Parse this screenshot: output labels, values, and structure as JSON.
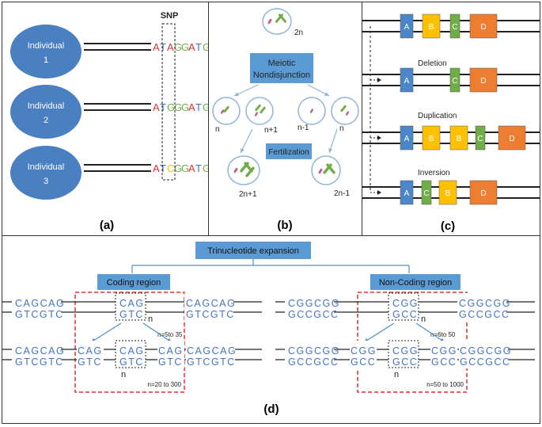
{
  "colors": {
    "circle": "#4a7fc1",
    "box": "#5b9bd5",
    "A": "#e03030",
    "T": "#4472c4",
    "G": "#70ad47",
    "C": "#ffc000",
    "seg_a": "#4a86c8",
    "seg_b": "#ffc000",
    "seg_c": "#70ad47",
    "seg_d": "#ed7d31",
    "dashed_box": "#e03030",
    "seq_text": "#4472c4"
  },
  "panel_a": {
    "label": "(a)",
    "snp_label": "SNP",
    "individuals": [
      {
        "name": "Individual",
        "number": "1",
        "seq": [
          "A",
          "T",
          "A",
          "G",
          "G",
          "A",
          "T",
          "G"
        ]
      },
      {
        "name": "Individual",
        "number": "2",
        "seq": [
          "A",
          "T",
          "G",
          "G",
          "G",
          "A",
          "T",
          "G"
        ]
      },
      {
        "name": "Individual",
        "number": "3",
        "seq": [
          "A",
          "T",
          "C",
          "G",
          "G",
          "A",
          "T",
          "G"
        ]
      }
    ]
  },
  "panel_b": {
    "label": "(b)",
    "top_cell": "2n",
    "meiotic_line1": "Meiotic",
    "meiotic_line2": "Nondisjunction",
    "cells": [
      "n",
      "n+1",
      "n-1",
      "n"
    ],
    "fertilization": "Fertilization",
    "results": [
      "2n+1",
      "2n-1"
    ]
  },
  "panel_c": {
    "label": "(c)",
    "rows": [
      {
        "title": "",
        "segments": [
          "A",
          "B",
          "C",
          "D"
        ]
      },
      {
        "title": "Deletion",
        "segments": [
          "A",
          "C",
          "D"
        ]
      },
      {
        "title": "Duplication",
        "segments": [
          "A",
          "B",
          "B",
          "C",
          "D"
        ]
      },
      {
        "title": "Inversion",
        "segments": [
          "A",
          "C",
          "B",
          "D"
        ]
      }
    ]
  },
  "panel_d": {
    "label": "(d)",
    "title": "Trinucleotide expansion",
    "coding": {
      "title": "Coding region",
      "top1": "CAGCAG",
      "bot1": "GTCGTC",
      "repeat_top": "CAG",
      "repeat_bot": "GTC",
      "n": "n",
      "range1": "n=5to 35",
      "range2": "n=20 to 300"
    },
    "noncoding": {
      "title": "Non-Coding region",
      "top1": "CGGCGG",
      "bot1": "GCCGCC",
      "repeat_top": "CGG",
      "repeat_bot": "GCC",
      "n": "n",
      "range1": "n=6to 50",
      "range2": "n=50 to 1000"
    }
  }
}
